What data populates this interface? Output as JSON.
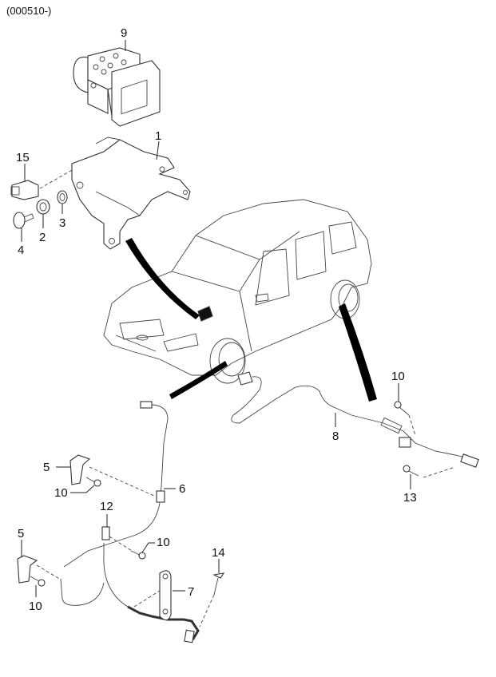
{
  "diagram": {
    "code": "(000510-)",
    "callouts": [
      {
        "id": "9",
        "part": "abs-hydraulic-unit"
      },
      {
        "id": "1",
        "part": "bracket"
      },
      {
        "id": "15",
        "part": "connector"
      },
      {
        "id": "2",
        "part": "bushing"
      },
      {
        "id": "3",
        "part": "washer"
      },
      {
        "id": "4",
        "part": "bolt"
      },
      {
        "id": "10",
        "part": "bolt-rear"
      },
      {
        "id": "8",
        "part": "rear-wheel-sensor"
      },
      {
        "id": "13",
        "part": "bolt-sensor-rear"
      },
      {
        "id": "5",
        "part": "bracket-upper"
      },
      {
        "id": "10",
        "part": "bolt-upper"
      },
      {
        "id": "6",
        "part": "front-wheel-sensor-harness"
      },
      {
        "id": "12",
        "part": "clip"
      },
      {
        "id": "10",
        "part": "bolt-clip"
      },
      {
        "id": "5",
        "part": "bracket-lower"
      },
      {
        "id": "10",
        "part": "bolt-lower"
      },
      {
        "id": "14",
        "part": "bolt-sensor-front"
      },
      {
        "id": "7",
        "part": "bracket-sensor"
      }
    ]
  }
}
